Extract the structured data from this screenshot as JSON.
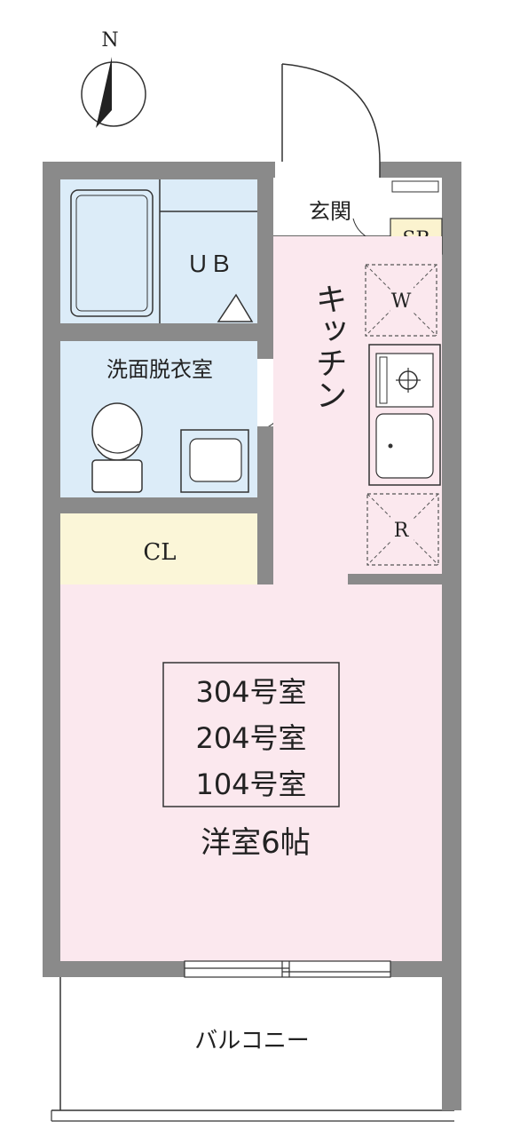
{
  "compass": {
    "label": "N"
  },
  "rooms": {
    "unit_bath": "ＵＢ",
    "washroom": "洗面脱衣室",
    "entrance": "玄関",
    "shoe_box": "SB",
    "washer": "W",
    "kitchen": "キッチン",
    "fridge": "R",
    "closet": "CL",
    "western_room": "洋室6帖",
    "balcony": "バルコニー"
  },
  "unit_numbers": [
    "304号室",
    "204号室",
    "104号室"
  ],
  "colors": {
    "wall": "#8a8a8a",
    "bath_blue": "#dcecf8",
    "room_pink": "#fbe8ee",
    "closet_yellow": "#fbf6d8",
    "shoebox_yellow": "#fbf3cf",
    "line": "#333333"
  }
}
